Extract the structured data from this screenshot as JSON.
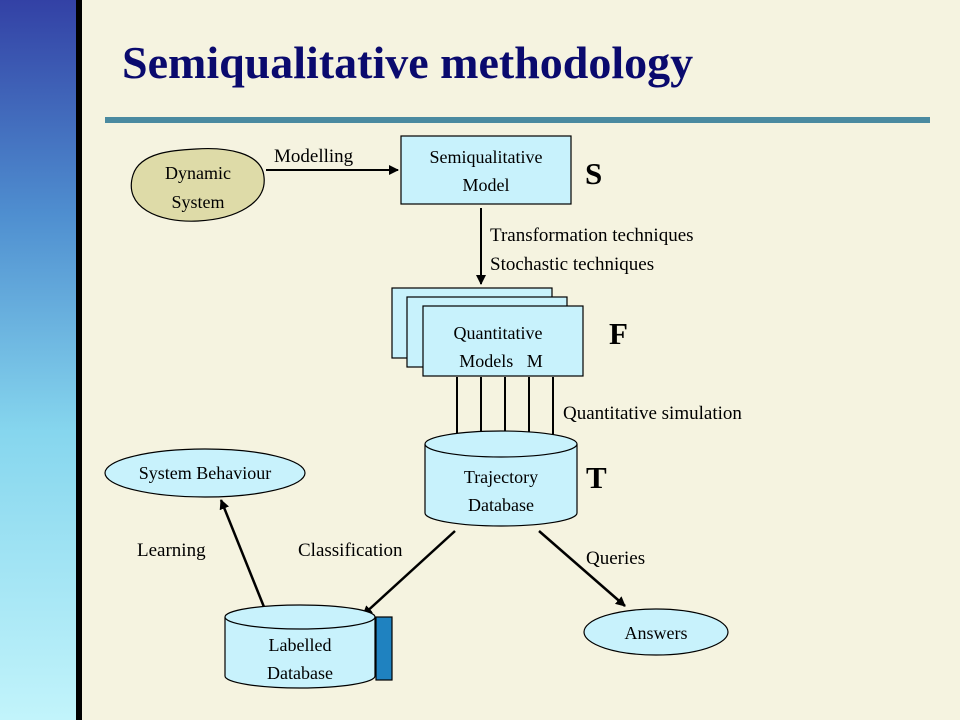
{
  "slide": {
    "title": "Semiqualitative methodology",
    "colors": {
      "title": "#0a0a6e",
      "rule": "#4a8aa0",
      "background": "#f5f3e0",
      "box_fill": "#c8f2fc",
      "blob_fill": "#dedba8",
      "cylinder_side": "#1f82c0"
    }
  },
  "diagram": {
    "dynamic_system": [
      "Dynamic",
      "System"
    ],
    "edge_modelling": "Modelling",
    "semiqual_model": [
      "Semiqualitative",
      "Model"
    ],
    "letter_s": "S",
    "transformation_line1": "Transformation techniques",
    "transformation_line2": "Stochastic techniques",
    "quant_models": [
      "Quantitative",
      "Models   M"
    ],
    "letter_f": "F",
    "quant_simulation": "Quantitative simulation",
    "trajectory_db": [
      "Trajectory",
      "Database"
    ],
    "letter_t": "T",
    "system_behaviour": "System Behaviour",
    "learning": "Learning",
    "classification": "Classification",
    "queries": "Queries",
    "labelled_db": [
      "Labelled",
      "Database"
    ],
    "answers": "Answers"
  }
}
